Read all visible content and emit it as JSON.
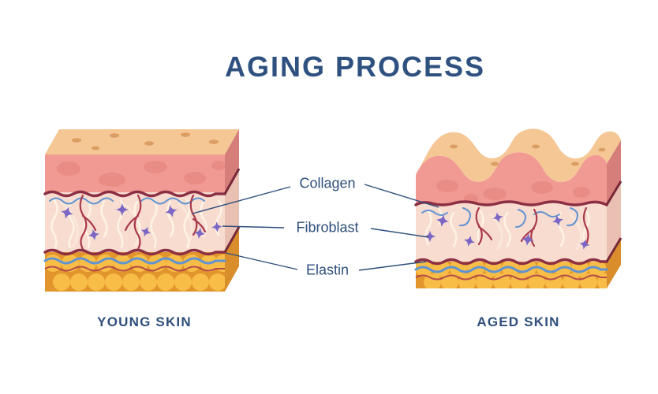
{
  "title": "AGING PROCESS",
  "annotations": [
    {
      "label": "Collagen"
    },
    {
      "label": "Fibroblast"
    },
    {
      "label": "Elastin"
    }
  ],
  "panels": {
    "young": {
      "caption": "YOUNG SKIN"
    },
    "aged": {
      "caption": "AGED SKIN"
    }
  },
  "icons": [
    "young-skin-illustration",
    "aged-skin-illustration",
    "collagen-fiber-icon",
    "fibroblast-star-icon",
    "elastin-wave-icon",
    "blood-vessel-icon",
    "fat-cell-bumps-icon"
  ],
  "colors": {
    "title": "#2e5180",
    "text": "#2e4f7c",
    "surface": "#f5c795",
    "surface_spot": "#db9d63",
    "epidermis": "#f09a93",
    "epidermis_blob": "#e6837d",
    "epidermis_side": "#d67f7a",
    "membrane": "#8c2f44",
    "membrane_side": "#772839",
    "dermis": "#f8dcd0",
    "dermis_side": "#e9c0b2",
    "collagen": "#fdf2e4",
    "elastin": "#5f93d2",
    "vessel": "#a9394b",
    "fibroblast": "#7a67c5",
    "fat": "#e2952c",
    "fat_bump": "#f8bd47",
    "fat_side": "#d98e2b"
  }
}
